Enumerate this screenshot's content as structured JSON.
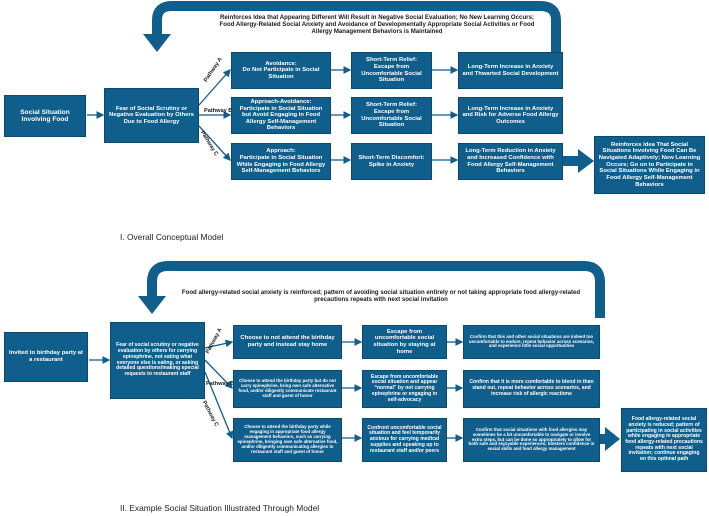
{
  "colors": {
    "box": "#0f5e8c",
    "arrow": "#0f5e8c",
    "loop": "#0f5e8c",
    "text_dark": "#1a1a1a"
  },
  "model1": {
    "feedback": "Reinforces Idea that Appearing Different Will Result in Negative Social Evaluation; No New Learning Occurs; Food Allergy-Related Social Anxiety and Avoidance of Developmentally Appropriate Social Activities or Food Allergy Management Behaviors is Maintained",
    "situation": "Social Situation Involving Food",
    "fear": "Fear of Social Scrutiny or Negative Evaluation by Others Due to Food Allergy",
    "pathway_a": "Pathway A",
    "pathway_b": "Pathway B",
    "pathway_c": "Pathway C",
    "a_behavior": "Avoidance:\nDo Not Participate in Social Situation",
    "a_short": "Short-Term Relief:\nEscape from Uncomfortable Social Situation",
    "a_long": "Long-Term Increase in Anxiety and Thwarted Social Development",
    "b_behavior": "Approach-Avoidance:\nParticipate in Social Situation but Avoid Engaging in Food Allergy Self-Management Behaviors",
    "b_short": "Short-Term Relief:\nEscape from Uncomfortable Social Situation",
    "b_long": "Long-Term Increase in Anxiety and Risk for Adverse Food Allergy Outcomes",
    "c_behavior": "Approach:\nParticipate in Social Situation While Engaging in Food Allergy Self-Management Behaviors",
    "c_short": "Short-Term Discomfort:\nSpike in Anxiety",
    "c_long": "Long-Term Reduction in Anxiety and Increased Confidence with Food Allergy Self-Management Behaviors",
    "c_outcome": "Reinforces Idea That Social Situations Involving Food Can Be Navigated Adaptively; New Learning Occurs; Go on to Participate in Social Situations While Engaging in Food Allergy Self-Management Behaviors",
    "caption": "I. Overall Conceptual Model"
  },
  "model2": {
    "feedback": "Food allergy-related social anxiety is reinforced; pattern of avoiding social situation entirely or not taking appropriate food allergy-related precautions repeats with next social invitation",
    "situation": "Invited to birthday party at a restaurant",
    "fear": "Fear of social scrutiny or negative evaluation by others for carrying epinephrine, not eating what everyone else is eating, or asking detailed questions/making special requests to restaurant staff",
    "pathway_a": "Pathway A",
    "pathway_b": "Pathway B",
    "pathway_c": "Pathway C",
    "a_behavior": "Choose to not attend the birthday party and instead stay home",
    "a_short": "Escape from uncomfortable social situation by staying at home",
    "a_long": "Confirm that this and other social situations are indeed too uncomfortable to endure, repeat behavior across scenarios, and experience little social opportunities",
    "b_behavior": "Choose to attend the birthday party but do not carry epinephrine, bring own safe alternative food, and/or diligently communicate restaurant staff and guest of honor",
    "b_short": "Escape from uncomfortable social situation and appear “normal” by not carrying epinephrine or engaging in self-advocacy",
    "b_long": "Confirm that it is more comfortable to blend in than stand out, repeat behavior across scenarios, and increase risk of allergic reactions",
    "c_behavior": "Choose to attend the birthday party while engaging in appropriate food allergy management behaviors, such as carrying epinephrine, bringing own safe alternative food, and/or diligently communicating allergies to restaurant staff and guest of honor",
    "c_short": "Confront uncomfortable social situation and feel temporarily anxious for carrying medical supplies and speaking up to restaurant staff and/or peers",
    "c_long": "Confirm that social situations with food allergies may sometimes be a bit uncomfortable to navigate or involve extra steps, but can be done so appropriately to allow for both safe and enjoyable experiences; bolsters confidence in social skills and food allergy management",
    "c_outcome": "Food allergy-related social anxiety is reduced; pattern of participating in social activities while engaging in appropriate food allergy-related precautions repeats with next social invitation; continue engaging on this optimal path",
    "caption": "II. Example Social Situation Illustrated Through Model"
  }
}
